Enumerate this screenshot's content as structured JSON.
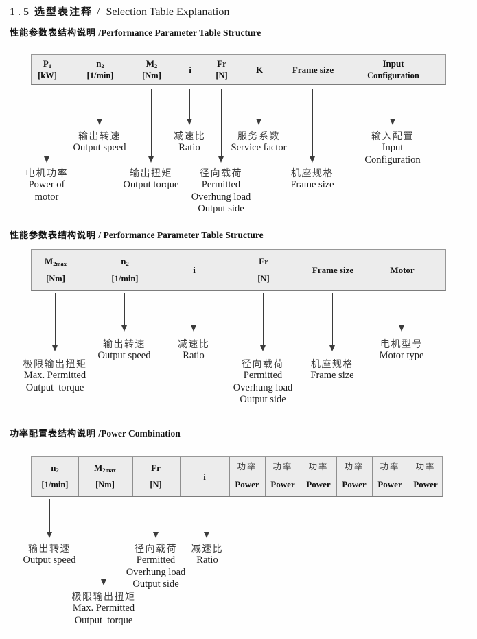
{
  "title": {
    "num": "1.5",
    "zh": "选型表注释",
    "sep": "/",
    "en": "Selection Table Explanation"
  },
  "sections": {
    "s1": {
      "heading_zh": "性能参数表结构说明",
      "heading_en": "/Performance Parameter Table Structure",
      "cols": {
        "p1": {
          "sym": "P",
          "sub": "1",
          "unit": "[kW]",
          "zh": "电机功率",
          "en": "Power of\nmotor"
        },
        "n2": {
          "sym": "n",
          "sub": "2",
          "unit": "[1/min]",
          "zh": "输出转速",
          "en": "Output speed"
        },
        "m2": {
          "sym": "M",
          "sub": "2",
          "unit": "[Nm]",
          "zh": "输出扭矩",
          "en": "Output torque"
        },
        "i": {
          "sym": "i",
          "zh": "减速比",
          "en": "Ratio"
        },
        "fr": {
          "sym": "Fr",
          "unit": "[N]",
          "zh": "径向载荷",
          "en": "Permitted\nOverhung load\nOutput side"
        },
        "k": {
          "sym": "K",
          "zh": "服务系数",
          "en": "Service factor"
        },
        "frame": {
          "sym": "Frame size",
          "zh": "机座规格",
          "en": "Frame size"
        },
        "input": {
          "sym": "Input",
          "unit": "Configuration",
          "zh": "输入配置",
          "en": "Input\nConfiguration"
        }
      }
    },
    "s2": {
      "heading_zh": "性能参数表结构说明",
      "heading_en": "/ Performance Parameter Table Structure",
      "cols": {
        "m2max": {
          "sym": "M",
          "sub": "2max",
          "unit": "[Nm]",
          "zh": "极限输出扭矩",
          "en": "Max. Permitted\nOutput  torque"
        },
        "n2": {
          "sym": "n",
          "sub": "2",
          "unit": "[1/min]",
          "zh": "输出转速",
          "en": "Output speed"
        },
        "i": {
          "sym": "i",
          "zh": "减速比",
          "en": "Ratio"
        },
        "fr": {
          "sym": "Fr",
          "unit": "[N]",
          "zh": "径向载荷",
          "en": "Permitted\nOverhung load\nOutput side"
        },
        "frame": {
          "sym": "Frame size",
          "zh": "机座规格",
          "en": "Frame size"
        },
        "motor": {
          "sym": "Motor",
          "zh": "电机型号",
          "en": "Motor type"
        }
      }
    },
    "s3": {
      "heading_zh": "功率配置表结构说明",
      "heading_en": "/Power Combination",
      "cols": {
        "n2": {
          "sym": "n",
          "sub": "2",
          "unit": "[1/min]",
          "zh": "输出转速",
          "en": "Output speed"
        },
        "m2max": {
          "sym": "M",
          "sub": "2max",
          "unit": "[Nm]",
          "zh": "极限输出扭矩",
          "en": "Max. Permitted\nOutput  torque"
        },
        "fr": {
          "sym": "Fr",
          "unit": "[N]",
          "zh": "径向载荷",
          "en": "Permitted\nOverhung load\nOutput side"
        },
        "i": {
          "sym": "i",
          "zh": "减速比",
          "en": "Ratio"
        },
        "power": {
          "zh": "功率",
          "en": "Power"
        }
      }
    }
  }
}
